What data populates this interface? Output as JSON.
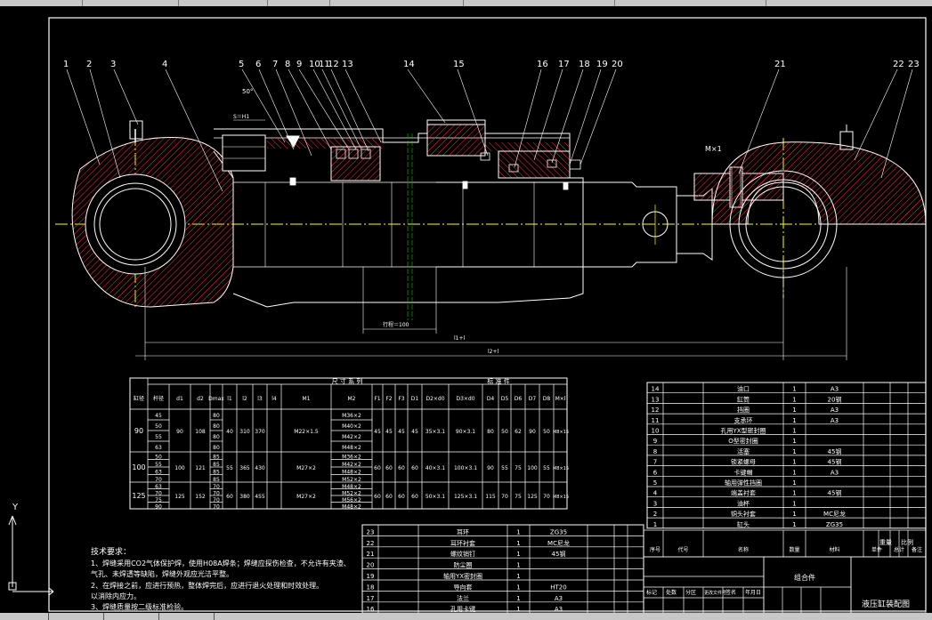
{
  "drawing": {
    "title": "液压缸装配图",
    "assembly_label": "组合件",
    "surface_symbol": "50°",
    "thread_label": "M×1",
    "dims": {
      "stroke": "行程＝100",
      "l1": "l1+l",
      "l2": "l2+l",
      "spacing": "S＝H1"
    },
    "balloons": [
      "1",
      "2",
      "3",
      "4",
      "5",
      "6",
      "7",
      "8",
      "9",
      "10",
      "11",
      "12",
      "13",
      "14",
      "15",
      "16",
      "17",
      "18",
      "19",
      "20",
      "21",
      "22",
      "23"
    ]
  },
  "size_table": {
    "group_header": "尺 寸 系 列",
    "std_header": "标 准 件",
    "columns": [
      "缸径",
      "杆径",
      "d1",
      "d2",
      "Dmax",
      "l1",
      "l2",
      "l3",
      "l4",
      "M1",
      "M2",
      "F1",
      "F2",
      "F3",
      "D1",
      "D2×d0",
      "D3×d0",
      "D4",
      "D5",
      "D6",
      "D7",
      "D8",
      "M×l"
    ],
    "rows": [
      {
        "bore": "90",
        "d": [
          "45",
          "50",
          "55",
          "63"
        ],
        "d2": "90",
        "d3": "108",
        "D": "80",
        "E": "40",
        "l1": "310",
        "l2": "370",
        "M1": "M22×1.5",
        "M2": [
          "M36×2",
          "M40×2",
          "M42×2",
          "M48×2"
        ],
        "F": [
          "45",
          "45",
          "45"
        ],
        "D1": "45",
        "D2": "35×3.1",
        "D3": "90×3.1",
        "D4": "80",
        "D5": "50",
        "D6": "62",
        "D7": "90",
        "D8": "50",
        "Ml": "M8×15"
      },
      {
        "bore": "100",
        "d": [
          "50",
          "55",
          "63",
          "70"
        ],
        "d2": "100",
        "d3": "121",
        "D": "85",
        "E": "55",
        "l1": "365",
        "l2": "430",
        "M1": "M27×2",
        "M2": [
          "M36×2",
          "M42×2",
          "M48×2",
          "M52×2"
        ],
        "F": [
          "60",
          "60",
          "60"
        ],
        "D1": "60",
        "D2": "40×3.1",
        "D3": "100×3.1",
        "D4": "90",
        "D5": "55",
        "D6": "75",
        "D7": "100",
        "D8": "55",
        "Ml": "M8×15"
      },
      {
        "bore": "125",
        "d": [
          "63",
          "70",
          "75",
          "90"
        ],
        "d2": "125",
        "d3": "152",
        "D": "70",
        "E": "60",
        "l1": "380",
        "l2": "455",
        "M1": "M27×2",
        "M2": [
          "M48×2",
          "M52×2",
          "M56×2",
          "M48×2"
        ],
        "F": [
          "60",
          "60",
          "60"
        ],
        "D1": "60",
        "D2": "50×3.1",
        "D3": "125×3.1",
        "D4": "115",
        "D5": "70",
        "D6": "75",
        "D7": "125",
        "D8": "70",
        "Ml": "M8×15"
      }
    ]
  },
  "notes": {
    "heading": "技术要求：",
    "items": [
      "1、焊缝采用CO2气体保护焊，使用H08A焊条；焊缝应探伤检查，不允许有夹渣、",
      "   气孔、未焊透等缺陷，焊缝外观应光洁平整。",
      "2、在焊接之前，应进行预热，整体焊完后，应进行退火处理和时效处理。",
      "   以消除内应力。",
      "3、焊缝质量按二级标准检验。"
    ]
  },
  "bom_upper": [
    {
      "no": "14",
      "name": "油口",
      "qty": "1",
      "mat": "A3"
    },
    {
      "no": "13",
      "name": "缸筒",
      "qty": "1",
      "mat": "20钢"
    },
    {
      "no": "12",
      "name": "挡圈",
      "qty": "1",
      "mat": "A3"
    },
    {
      "no": "11",
      "name": "支承环",
      "qty": "1",
      "mat": "A3"
    },
    {
      "no": "10",
      "name": "孔用YX型密封圈",
      "qty": "1",
      "mat": ""
    },
    {
      "no": "9",
      "name": "O型密封圈",
      "qty": "1",
      "mat": ""
    },
    {
      "no": "8",
      "name": "活塞",
      "qty": "1",
      "mat": "45钢"
    },
    {
      "no": "7",
      "name": "锁紧螺母",
      "qty": "1",
      "mat": "45钢"
    },
    {
      "no": "6",
      "name": "卡键帽",
      "qty": "1",
      "mat": "A3"
    },
    {
      "no": "5",
      "name": "轴用弹性挡圈",
      "qty": "1",
      "mat": ""
    },
    {
      "no": "4",
      "name": "端盖衬套",
      "qty": "1",
      "mat": "45钢"
    },
    {
      "no": "3",
      "name": "油杯",
      "qty": "1",
      "mat": ""
    },
    {
      "no": "2",
      "name": "铜头衬套",
      "qty": "1",
      "mat": "MC尼龙"
    },
    {
      "no": "1",
      "name": "缸头",
      "qty": "1",
      "mat": "ZG35"
    }
  ],
  "bom_lower": [
    {
      "no": "23",
      "name": "耳环",
      "qty": "1",
      "mat": "ZG35"
    },
    {
      "no": "22",
      "name": "耳环衬套",
      "qty": "1",
      "mat": "MC尼龙"
    },
    {
      "no": "21",
      "name": "螺纹销钉",
      "qty": "1",
      "mat": "45钢"
    },
    {
      "no": "20",
      "name": "防尘圈",
      "qty": "1",
      "mat": ""
    },
    {
      "no": "19",
      "name": "轴用YX密封圈",
      "qty": "1",
      "mat": ""
    },
    {
      "no": "18",
      "name": "导向套",
      "qty": "1",
      "mat": "HT20"
    },
    {
      "no": "17",
      "name": "法兰",
      "qty": "1",
      "mat": "A3"
    },
    {
      "no": "16",
      "name": "孔用卡键",
      "qty": "1",
      "mat": "A3"
    }
  ],
  "bom_header": [
    "序号",
    "代号",
    "名称",
    "数量",
    "材料",
    "单件",
    "总计",
    "备注"
  ],
  "title_block": {
    "weight_label": "重量",
    "ratio_label": "比例",
    "cells": [
      "标记",
      "处数",
      "分区",
      "更改文件号",
      "签名",
      "年月日"
    ]
  },
  "colors": {
    "bg": "#000000",
    "line": "#ffffff",
    "center": "#ffff00",
    "hatch": "#ff3030",
    "thin": "#00d000"
  },
  "ucs_label": "Y"
}
